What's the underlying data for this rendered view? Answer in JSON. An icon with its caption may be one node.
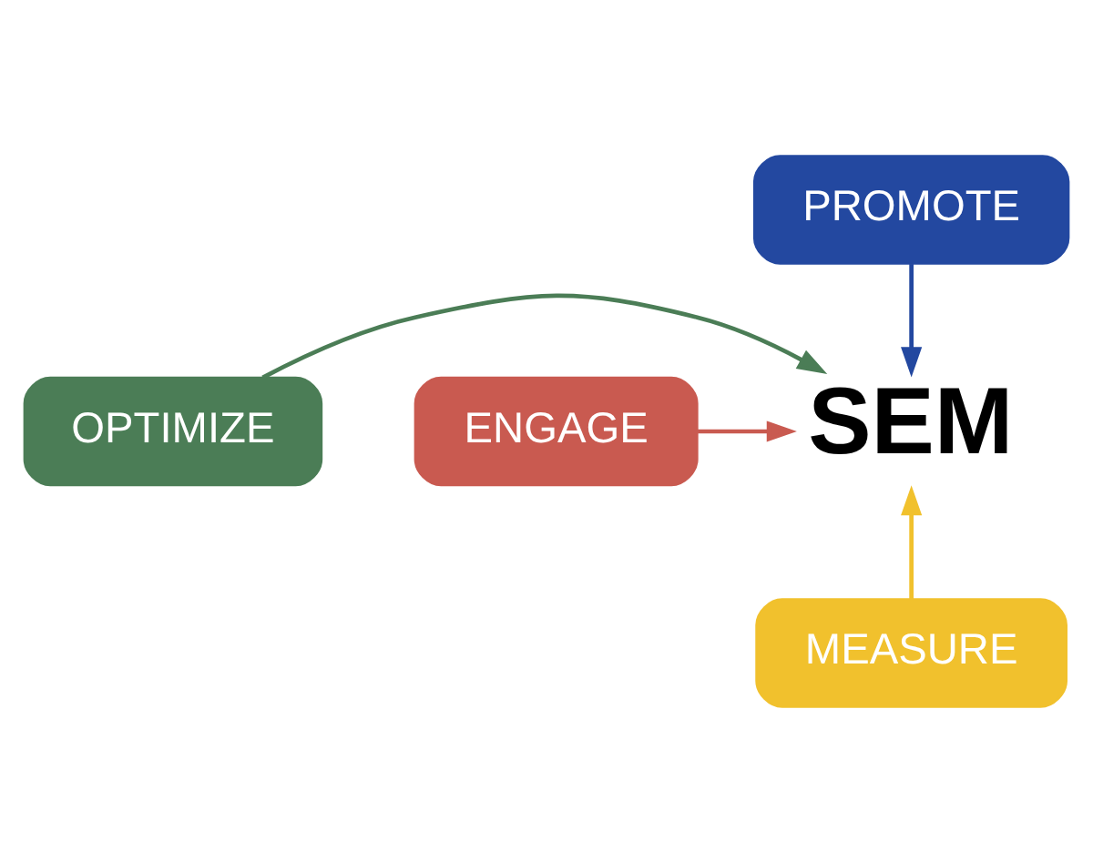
{
  "diagram": {
    "nodes": [
      {
        "text": [
          "PROMOTE"
        ]
      },
      {
        "text": [
          "OPTIMIZE"
        ]
      },
      {
        "text": [
          "SEM"
        ]
      },
      {
        "text": [
          "ENGAGE"
        ]
      },
      {
        "text": [
          "MEASURE"
        ]
      }
    ],
    "edges": [
      {
        "from": 0,
        "to": 2,
        "arrow": "to",
        "color": "#2348a0"
      },
      {
        "from": 3,
        "to": 2,
        "arrow": "to",
        "color": "#c95a50"
      },
      {
        "from": 4,
        "to": 2,
        "arrow": "to",
        "color": "#f1c12d"
      },
      {
        "from": 1,
        "to": 2,
        "arrow": "to",
        "color": "#4b7d56"
      }
    ]
  }
}
